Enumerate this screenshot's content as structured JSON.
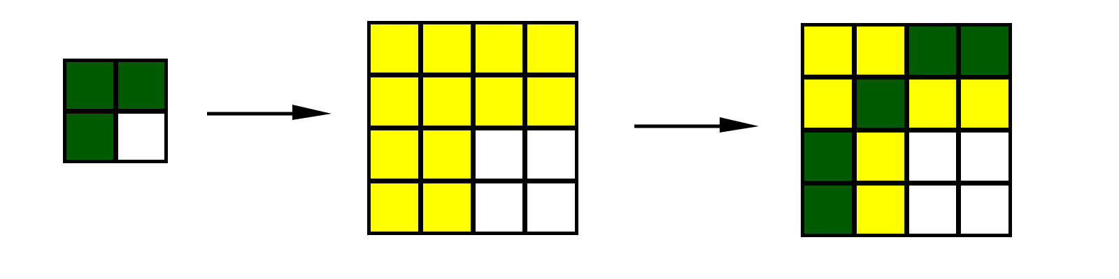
{
  "colors": {
    "g": "#005a00",
    "y": "#ffff00",
    "w": "#ffffff",
    "border": "#000000"
  },
  "diagram": {
    "input_grid": {
      "cells": [
        "g",
        "g",
        "g",
        "w"
      ]
    },
    "intermediate_grid": {
      "cells": [
        "y",
        "y",
        "y",
        "y",
        "y",
        "y",
        "y",
        "y",
        "y",
        "y",
        "w",
        "w",
        "y",
        "y",
        "w",
        "w"
      ]
    },
    "output_grid": {
      "cells": [
        "y",
        "y",
        "g",
        "g",
        "y",
        "g",
        "y",
        "y",
        "g",
        "y",
        "w",
        "w",
        "g",
        "y",
        "w",
        "w"
      ]
    },
    "arrows": [
      "arrow-right-icon",
      "arrow-right-icon"
    ]
  }
}
